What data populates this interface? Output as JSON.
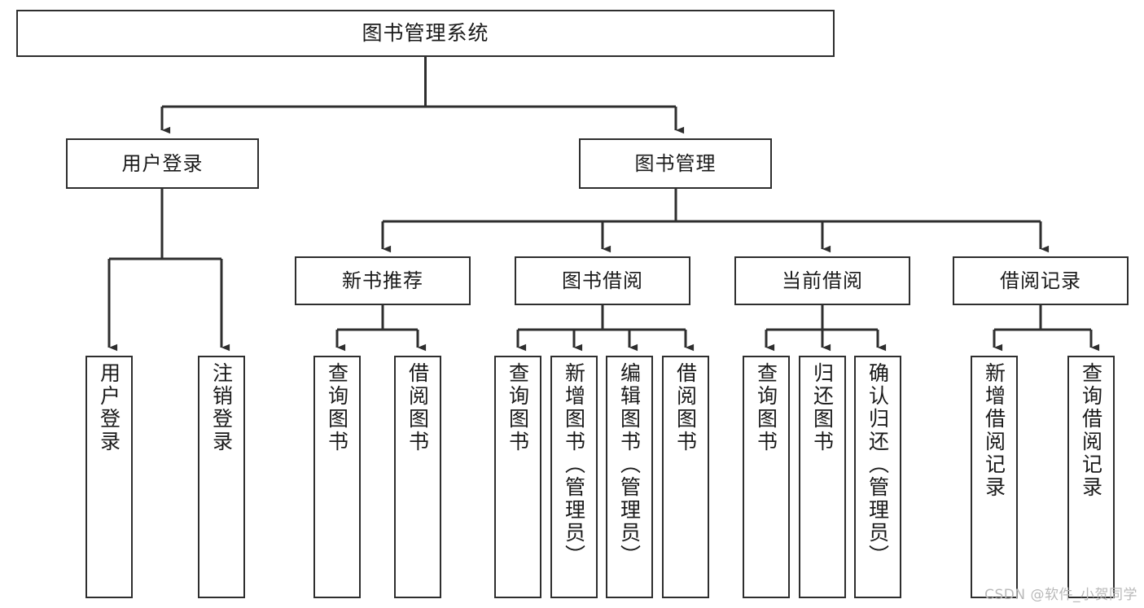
{
  "diagram": {
    "type": "tree-hierarchy",
    "title": "图书管理系统",
    "watermark": "CSDN @软件_小贺同学",
    "colors": {
      "background": "#ffffff",
      "box_border": "#2e2e2e",
      "connector": "#2e2e2e",
      "text": "#1a1a1a",
      "watermark": "#b9b9b9"
    },
    "levels": {
      "root": "图书管理系统",
      "level2": [
        "用户登录",
        "图书管理"
      ],
      "level3": [
        "新书推荐",
        "图书借阅",
        "当前借阅",
        "借阅记录"
      ]
    },
    "nodes": {
      "root": {
        "label": "图书管理系统"
      },
      "user_login": {
        "label": "用户登录"
      },
      "book_manage": {
        "label": "图书管理"
      },
      "new_book_rec": {
        "label": "新书推荐"
      },
      "book_borrow": {
        "label": "图书借阅"
      },
      "current_borrow": {
        "label": "当前借阅"
      },
      "borrow_record": {
        "label": "借阅记录"
      },
      "leaf_user_login": {
        "label": "用户登录"
      },
      "leaf_logout": {
        "label": "注销登录"
      },
      "leaf_query_book_1": {
        "label": "查询图书"
      },
      "leaf_borrow_book_1": {
        "label": "借阅图书"
      },
      "leaf_query_book_2": {
        "label": "查询图书"
      },
      "leaf_add_book": {
        "label": "新增图书（管理员）"
      },
      "leaf_edit_book": {
        "label": "编辑图书（管理员）"
      },
      "leaf_borrow_book_2": {
        "label": "借阅图书"
      },
      "leaf_query_book_3": {
        "label": "查询图书"
      },
      "leaf_return_book": {
        "label": "归还图书"
      },
      "leaf_confirm_return": {
        "label": "确认归还（管理员）"
      },
      "leaf_add_record": {
        "label": "新增借阅记录"
      },
      "leaf_query_record": {
        "label": "查询借阅记录"
      }
    },
    "edges": [
      {
        "from": "root",
        "to": "user_login"
      },
      {
        "from": "root",
        "to": "book_manage"
      },
      {
        "from": "user_login",
        "to": "leaf_user_login"
      },
      {
        "from": "user_login",
        "to": "leaf_logout"
      },
      {
        "from": "book_manage",
        "to": "new_book_rec"
      },
      {
        "from": "book_manage",
        "to": "book_borrow"
      },
      {
        "from": "book_manage",
        "to": "current_borrow"
      },
      {
        "from": "book_manage",
        "to": "borrow_record"
      },
      {
        "from": "new_book_rec",
        "to": "leaf_query_book_1"
      },
      {
        "from": "new_book_rec",
        "to": "leaf_borrow_book_1"
      },
      {
        "from": "book_borrow",
        "to": "leaf_query_book_2"
      },
      {
        "from": "book_borrow",
        "to": "leaf_add_book"
      },
      {
        "from": "book_borrow",
        "to": "leaf_edit_book"
      },
      {
        "from": "book_borrow",
        "to": "leaf_borrow_book_2"
      },
      {
        "from": "current_borrow",
        "to": "leaf_query_book_3"
      },
      {
        "from": "current_borrow",
        "to": "leaf_return_book"
      },
      {
        "from": "current_borrow",
        "to": "leaf_confirm_return"
      },
      {
        "from": "borrow_record",
        "to": "leaf_add_record"
      },
      {
        "from": "borrow_record",
        "to": "leaf_query_record"
      }
    ]
  }
}
